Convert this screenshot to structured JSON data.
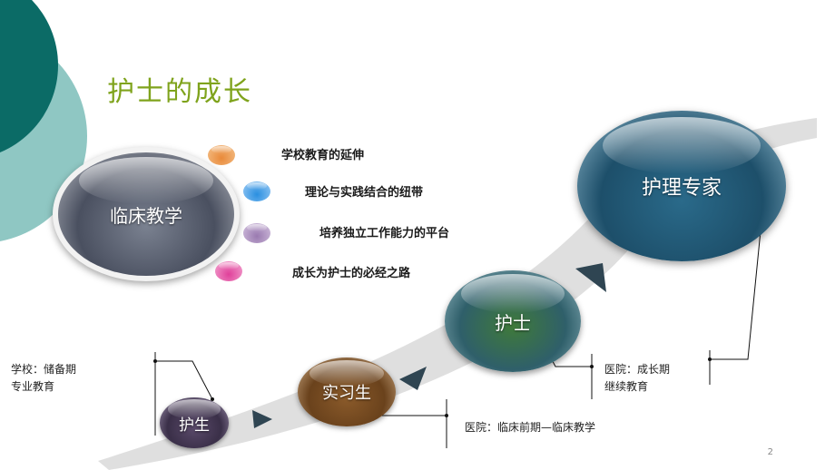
{
  "slide": {
    "title": "护士的成长",
    "page_number": "2"
  },
  "center": {
    "label": "临床教学"
  },
  "bullets": [
    {
      "text": "学校教育的延伸",
      "color": "#e98a3a"
    },
    {
      "text": "理论与实践结合的纽带",
      "color": "#2a8fe0"
    },
    {
      "text": "培养独立工作能力的平台",
      "color": "#9a7ab0"
    },
    {
      "text": "成长为护士的必经之路",
      "color": "#e0409a"
    }
  ],
  "stages": [
    {
      "label": "护生",
      "color": "#5a4a6a"
    },
    {
      "label": "实习生",
      "color": "#8a5a2a"
    },
    {
      "label": "护士",
      "color": "#3f7a3a"
    },
    {
      "label": "护理专家",
      "color": "#2a6a8a"
    }
  ],
  "notes": {
    "school_line1": "学校：储备期",
    "school_line2": "专业教育",
    "hospital_pre": "医院：临床前期—临床教学",
    "hospital_grow_line1": "医院：成长期",
    "hospital_grow_line2": "继续教育"
  },
  "colors": {
    "title": "#7fa31c",
    "corner_dark": "#0b6b66",
    "corner_light": "#8fc7c3",
    "ribbon": "#d9d9d9",
    "arrow": "#2f4552"
  }
}
